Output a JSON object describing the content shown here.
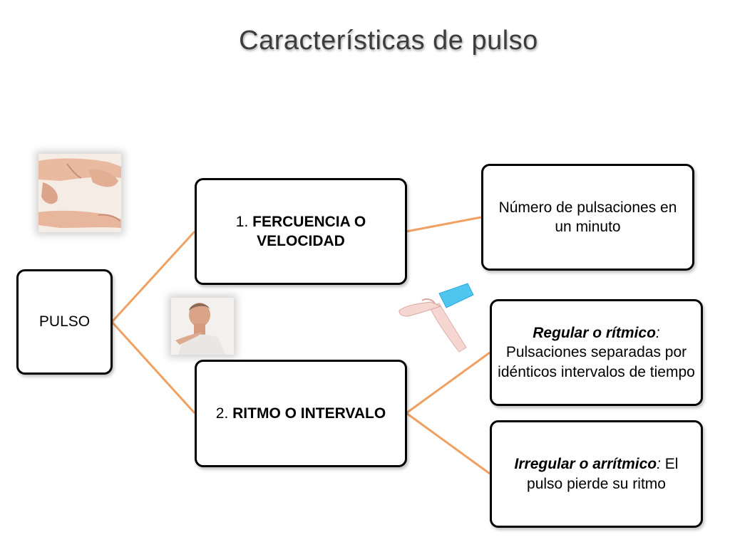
{
  "slide": {
    "title": "Características  de  pulso"
  },
  "nodes": {
    "root": "PULSO",
    "branch1": {
      "number": "1. ",
      "label": "FERCUENCIA O VELOCIDAD"
    },
    "branch2": {
      "number": "2. ",
      "label": "RITMO  O INTERVALO"
    },
    "leaf_freq": "Número de pulsaciones en un minuto",
    "leaf_regular": {
      "term": "Regular o rítmico",
      "colon": ":",
      "desc": " Pulsaciones separadas por idénticos intervalos de tiempo"
    },
    "leaf_irregular": {
      "term": "Irregular o arrítmico",
      "colon": ":",
      "desc": " El pulso pierde su ritmo"
    }
  },
  "colors": {
    "connector": "#f0a060",
    "border": "#000000",
    "title": "#3d3d3d",
    "cuff": "#4fc6f0"
  },
  "icons": [
    "wrist-pulse-icon",
    "neck-pulse-icon",
    "arm-pulse-icon"
  ]
}
